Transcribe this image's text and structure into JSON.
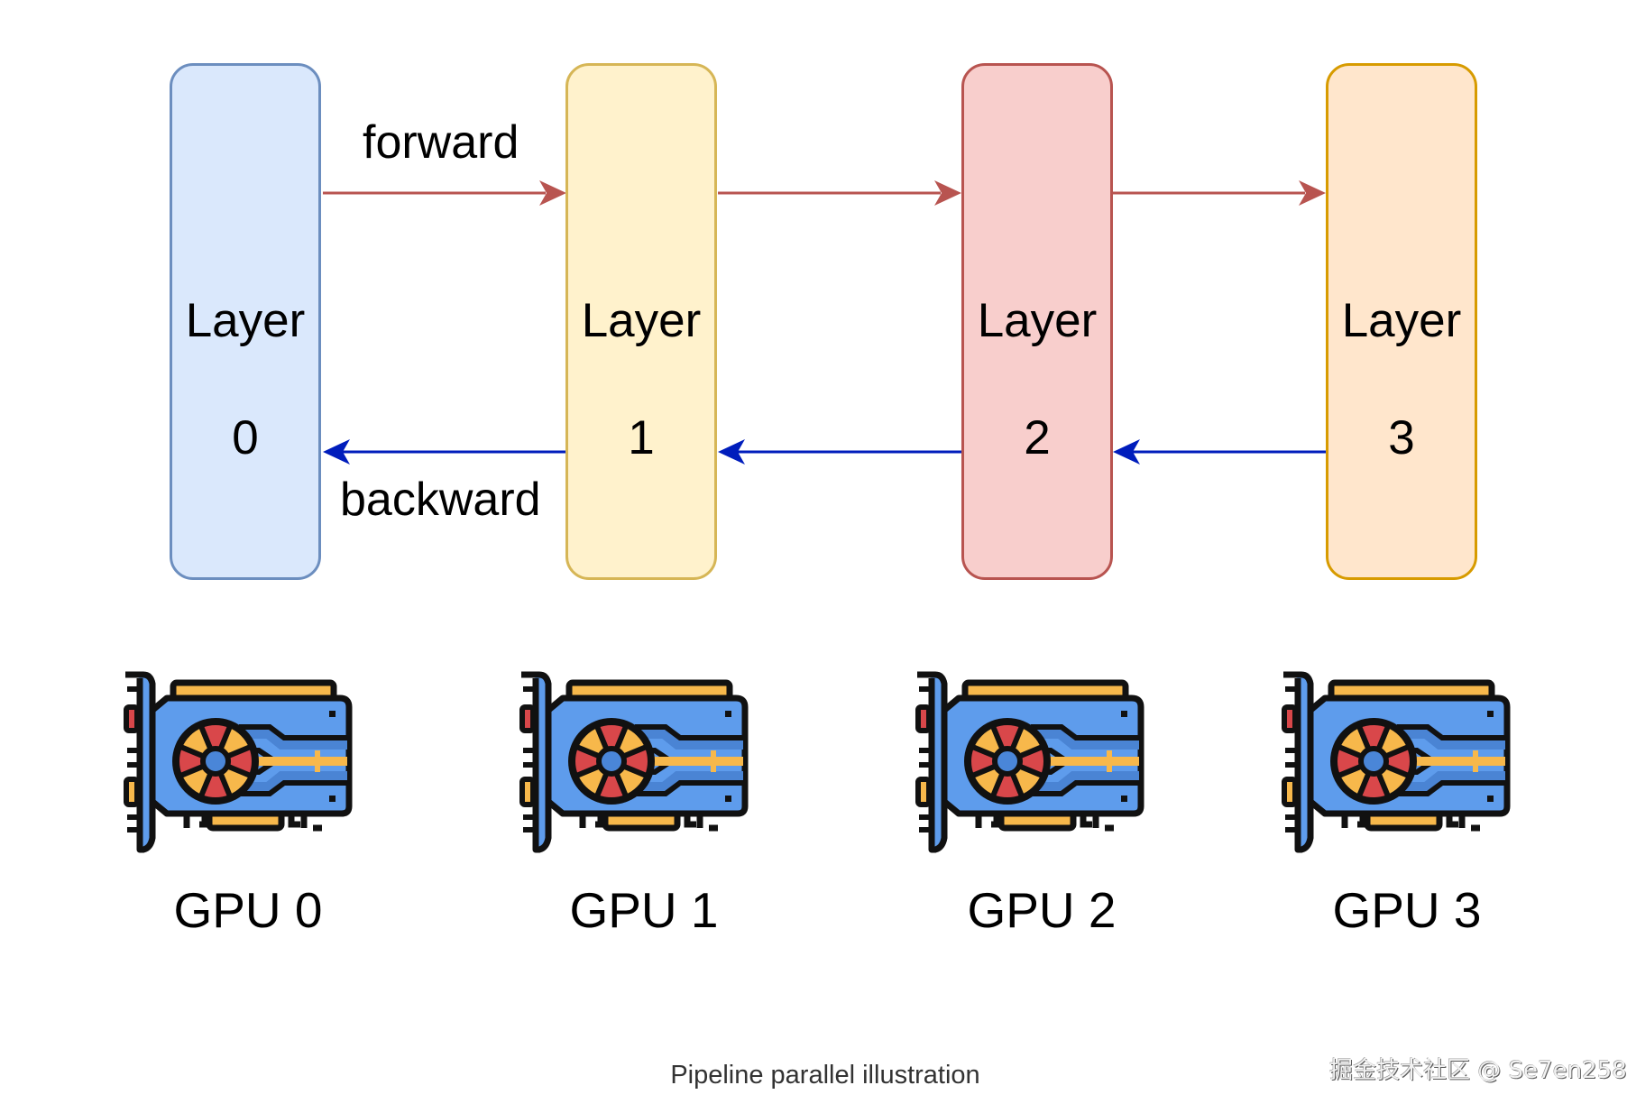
{
  "diagram": {
    "title": "Pipeline parallel illustration",
    "watermark": "掘金技术社区 @ Se7en258",
    "edge_labels": {
      "forward": "forward",
      "backward": "backward"
    },
    "layers": [
      {
        "title": "Layer",
        "index": "0",
        "fill": "#dae8fc",
        "stroke": "#6c8ebf"
      },
      {
        "title": "Layer",
        "index": "1",
        "fill": "#fff2cc",
        "stroke": "#d6b656"
      },
      {
        "title": "Layer",
        "index": "2",
        "fill": "#f8cecc",
        "stroke": "#b85450"
      },
      {
        "title": "Layer",
        "index": "3",
        "fill": "#ffe6cc",
        "stroke": "#d79b00"
      }
    ],
    "gpus": [
      {
        "label": "GPU 0"
      },
      {
        "label": "GPU 1"
      },
      {
        "label": "GPU 2"
      },
      {
        "label": "GPU 3"
      }
    ],
    "edges": {
      "forward": {
        "color": "#b85450",
        "from": [
          "Layer 0",
          "Layer 1",
          "Layer 2"
        ],
        "to": [
          "Layer 1",
          "Layer 2",
          "Layer 3"
        ]
      },
      "backward": {
        "color": "#001dbc",
        "from": [
          "Layer 1",
          "Layer 2",
          "Layer 3"
        ],
        "to": [
          "Layer 0",
          "Layer 1",
          "Layer 2"
        ]
      }
    },
    "gpu_icon_colors": {
      "outline": "#111111",
      "board": "#5e9cec",
      "board_dark": "#4a84d4",
      "gold": "#f7b84b",
      "red": "#d9474a",
      "hub": "#4a86d8"
    }
  }
}
